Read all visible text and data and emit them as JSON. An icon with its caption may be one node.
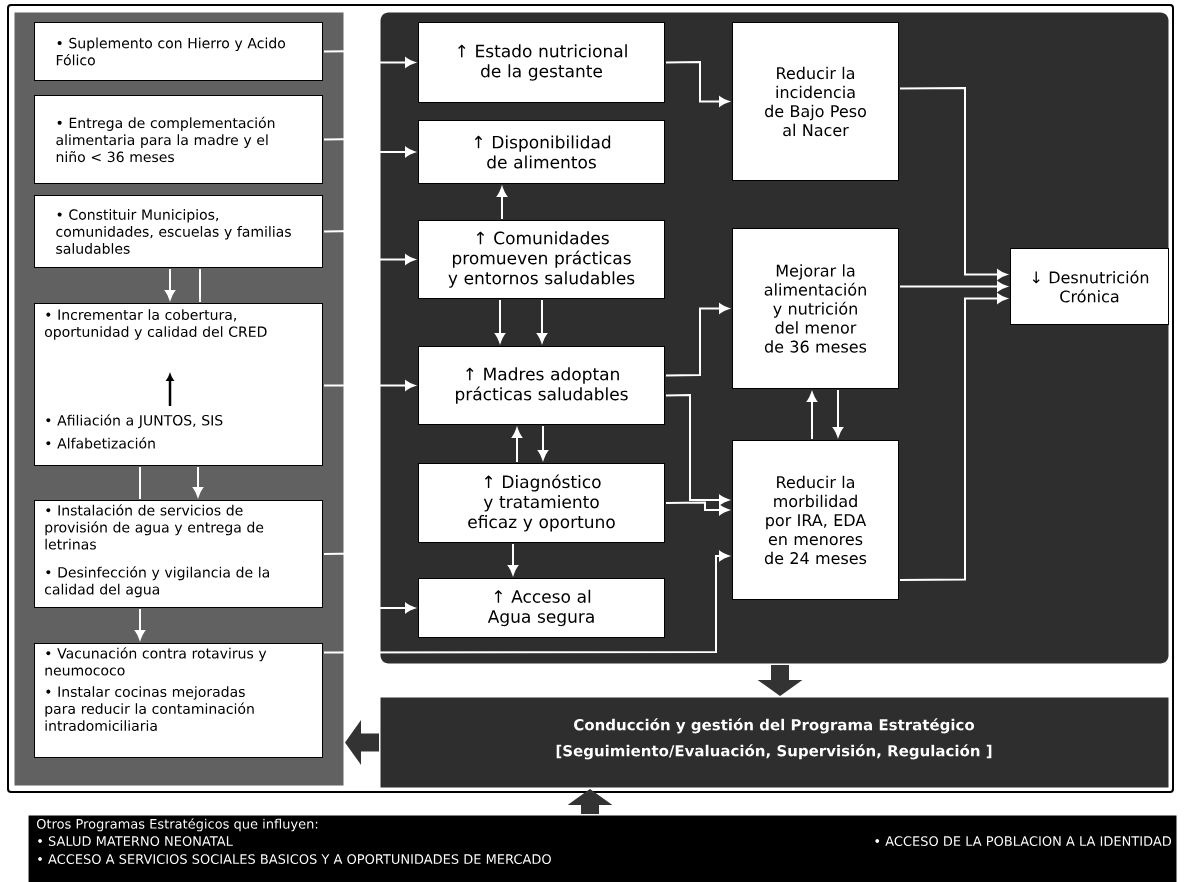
{
  "diagram": {
    "nodes": [
      {
        "text": [],
        "shape": "box"
      },
      {
        "text": [
          "• Suplemento con Hierro y Acido Fólico"
        ],
        "in": 0
      },
      {
        "text": [
          "• Entrega de complementación alimentaria para la madre y el niño < 36 meses"
        ],
        "in": 0
      },
      {
        "text": [
          "• Constituir Municipios, comunidades, escuelas y familias saludables"
        ],
        "in": 0
      },
      {
        "text": [
          "• Incrementar la cobertura, oportunidad y calidad del CRED",
          "• Afiliación a JUNTOS, SIS",
          "• Alfabetización"
        ],
        "in": 0
      },
      {
        "text": [
          "• Instalación de servicios de provisión de agua y entrega de letrinas",
          "• Desinfección y vigilancia de la calidad del agua"
        ],
        "in": 0
      },
      {
        "text": [
          "• Vacunación contra rotavirus y neumococo",
          "• Instalar cocinas mejoradas para reducir la contaminación intradomiciliaria"
        ],
        "in": 0
      },
      {
        "text": [],
        "shape": "box"
      },
      {
        "text": [
          "↑ Estado nutricional de la gestante"
        ],
        "in": 7
      },
      {
        "text": [
          "↑ Disponibilidad de alimentos"
        ],
        "in": 7
      },
      {
        "text": [
          "↑ Comunidades promueven prácticas y entornos saludables"
        ],
        "in": 7
      },
      {
        "text": [
          "↑ Madres adoptan prácticas saludables"
        ],
        "in": 7
      },
      {
        "text": [
          "↑ Diagnóstico y tratamiento eficaz y oportuno"
        ],
        "in": 7
      },
      {
        "text": [
          "↑ Acceso al Agua segura"
        ],
        "in": 7
      },
      {
        "text": [
          "Reducir la incidencia de Bajo Peso al Nacer"
        ],
        "in": 7
      },
      {
        "text": [
          "Mejorar la alimentación y nutrición del menor de 36 meses"
        ],
        "in": 7
      },
      {
        "text": [
          "Reducir la morbilidad por IRA, EDA en menores de 24 meses"
        ],
        "in": 7
      },
      {
        "text": [
          "↓ Desnutrición Crónica"
        ],
        "in": 7
      },
      {
        "text": [
          "Conducción y gestión del Programa Estratégico",
          "[Seguimiento/Evaluación, Supervisión, Regulación ]"
        ]
      },
      {
        "text": [
          "Otros Programas Estratégicos que influyen:",
          "• SALUD MATERNO NEONATAL",
          "• ACCESO DE LA POBLACION A LA IDENTIDAD",
          "• ACCESO A SERVICIOS SOCIALES BASICOS Y A OPORTUNIDADES DE MERCADO"
        ]
      }
    ],
    "edges": [
      {
        "from": 1,
        "to": 8,
        "arrow": "to"
      },
      {
        "from": 2,
        "to": 9,
        "arrow": "to"
      },
      {
        "from": 3,
        "to": 10,
        "arrow": "to"
      },
      {
        "from": 4,
        "to": 11,
        "arrow": "to"
      },
      {
        "from": 5,
        "to": 13,
        "arrow": "to"
      },
      {
        "from": 6,
        "to": 16,
        "arrow": "to"
      },
      {
        "from": 8,
        "to": 14,
        "arrow": "to"
      },
      {
        "from": 11,
        "to": 15,
        "arrow": "to"
      },
      {
        "from": 11,
        "to": 16,
        "arrow": "to"
      },
      {
        "from": 12,
        "to": 16,
        "arrow": "to"
      },
      {
        "from": 14,
        "to": 17,
        "arrow": "to"
      },
      {
        "from": 15,
        "to": 17,
        "arrow": "to"
      },
      {
        "from": 16,
        "to": 17,
        "arrow": "to"
      },
      {
        "from": 10,
        "to": 9,
        "arrow": "to"
      },
      {
        "from": 10,
        "to": 11,
        "arrow": "to"
      },
      {
        "from": 10,
        "to": 11,
        "arrow": "to"
      },
      {
        "from": 12,
        "to": 11,
        "arrow": "to"
      },
      {
        "from": 11,
        "to": 12,
        "arrow": "to"
      },
      {
        "from": 12,
        "to": 13,
        "arrow": "to"
      },
      {
        "from": 15,
        "to": 16,
        "arrow": "to"
      },
      {
        "from": 16,
        "to": 15,
        "arrow": "to"
      },
      {
        "from": 3,
        "to": 4,
        "arrow": "to"
      },
      {
        "from": 3,
        "to": 4,
        "arrow": "none"
      },
      {
        "from": 4,
        "to": 5,
        "arrow": "to"
      },
      {
        "from": 4,
        "to": 5,
        "arrow": "none"
      },
      {
        "from": 5,
        "to": 6,
        "arrow": "to"
      },
      {
        "from": 7,
        "to": 18,
        "arrow": "to",
        "style": "thick",
        "color": "#333333"
      },
      {
        "from": 18,
        "to": 0,
        "arrow": "to",
        "style": "thick",
        "color": "#333333"
      },
      {
        "from": 19,
        "to": 18,
        "arrow": "to",
        "style": "thick",
        "color": "#333333"
      }
    ]
  }
}
